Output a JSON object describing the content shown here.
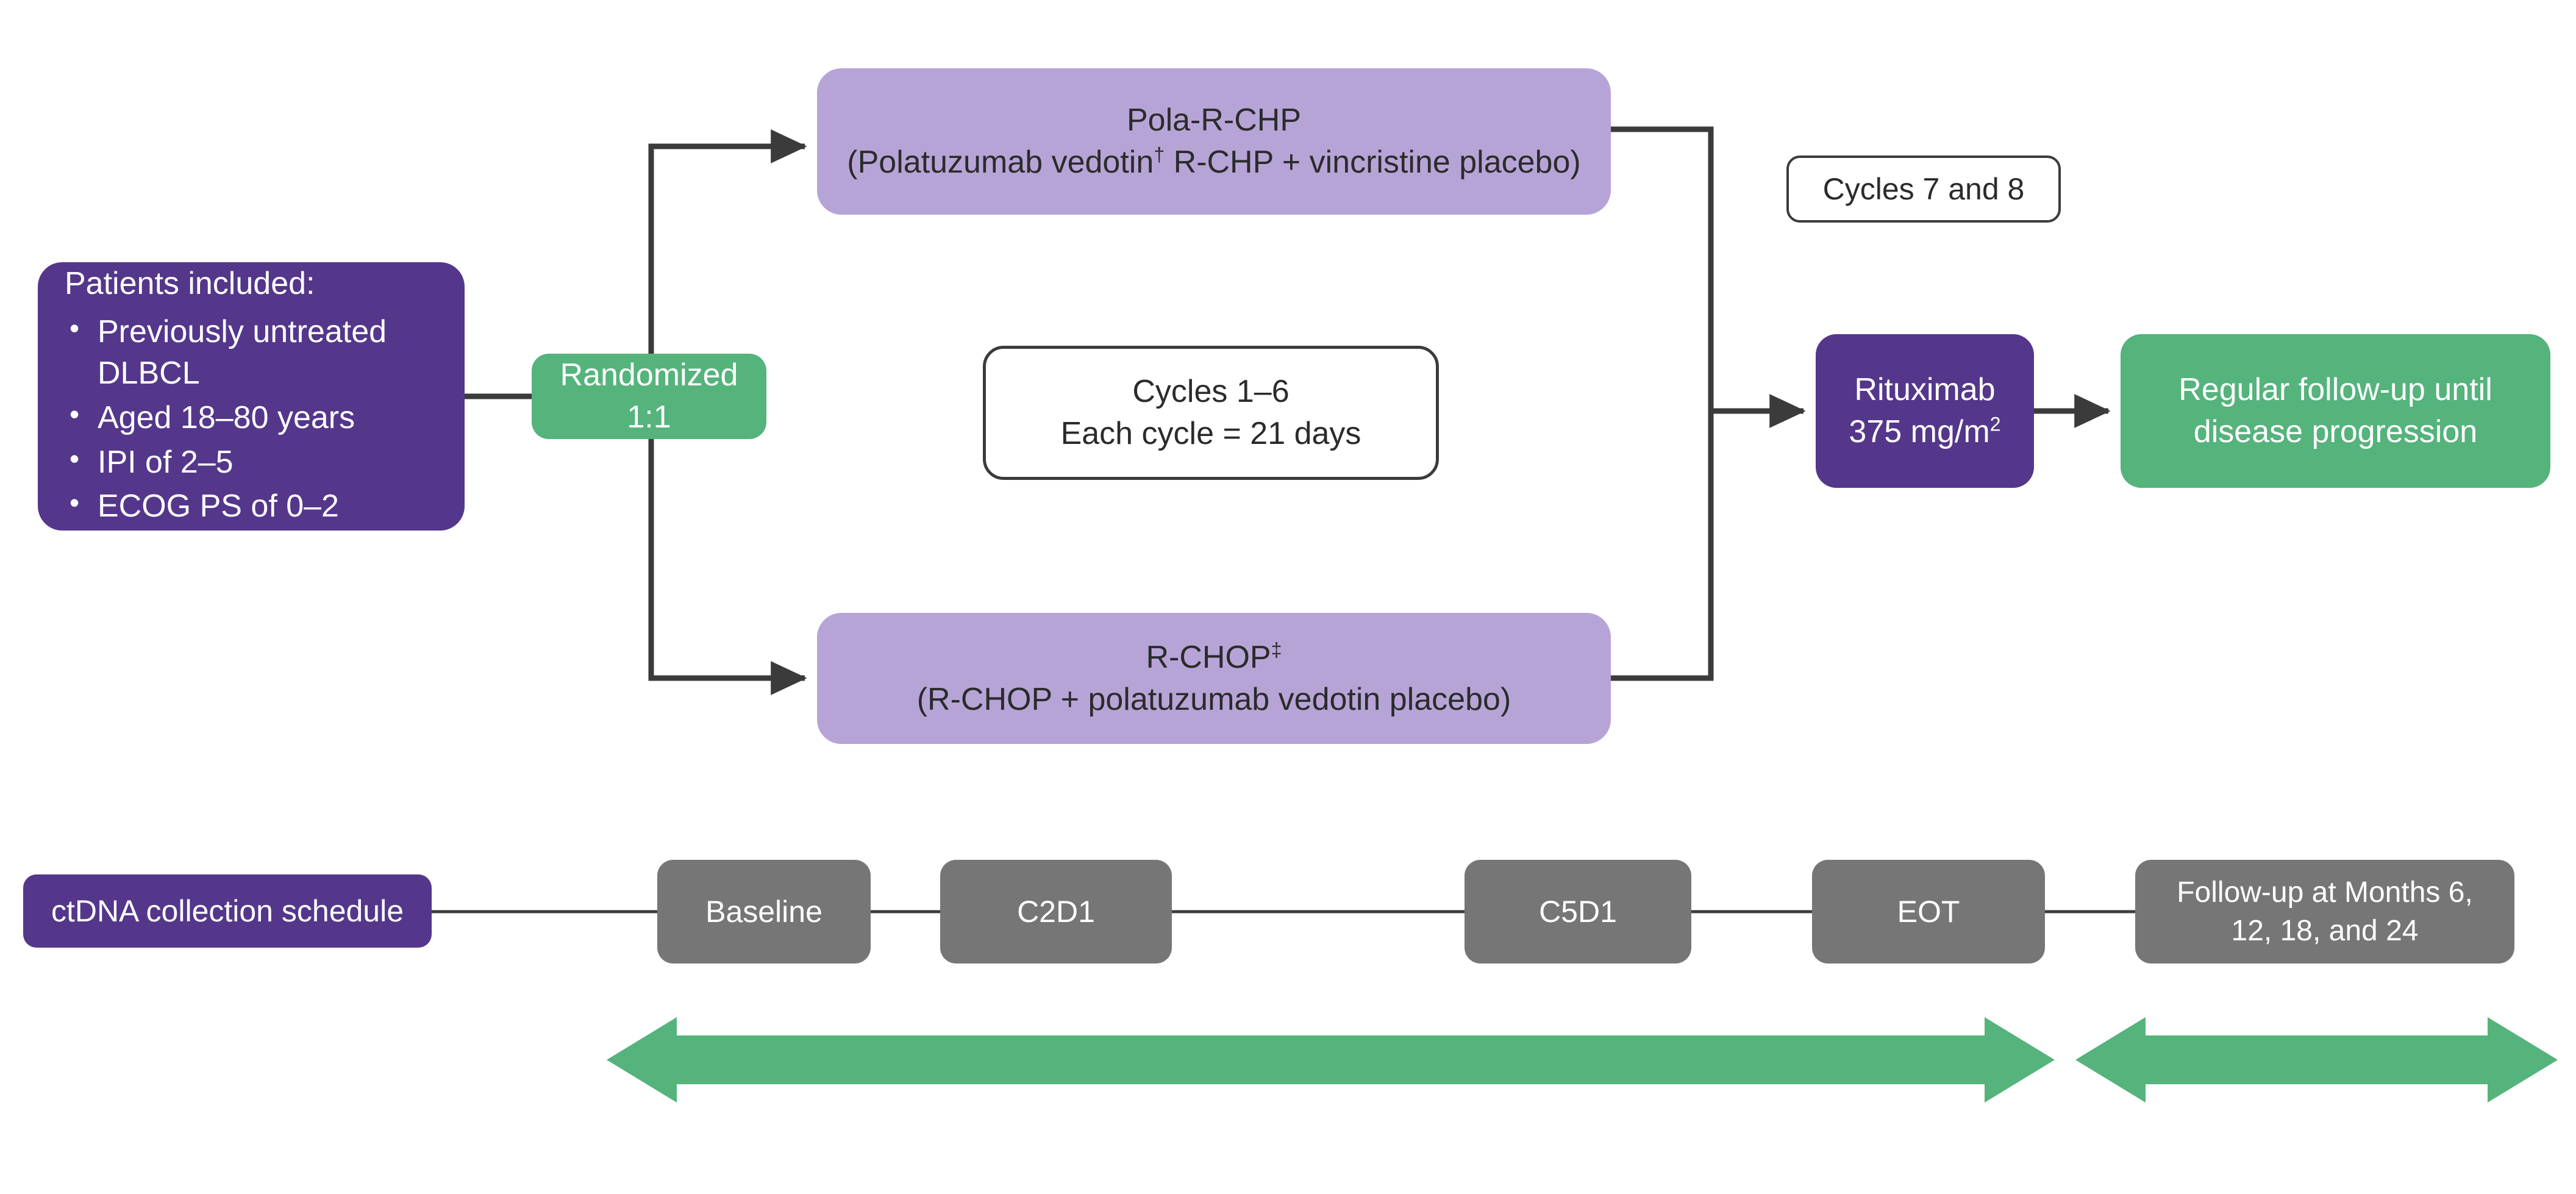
{
  "colors": {
    "dark_purple": "#54378B",
    "lavender": "#B7A4D7",
    "green": "#55B37C",
    "grey": "#767676",
    "connector": "#3b3b3b",
    "background": "#ffffff"
  },
  "patients": {
    "heading": "Patients included:",
    "criteria": [
      "Previously untreated DLBCL",
      "Aged 18–80 years",
      "IPI of 2–5",
      "ECOG PS of 0–2"
    ]
  },
  "randomization": {
    "label_line1": "Randomized",
    "label_line2": "1:1"
  },
  "arms": {
    "experimental": {
      "name": "Pola-R-CHP",
      "detail_prefix": "(Polatuzumab vedotin",
      "detail_marker": "†",
      "detail_suffix": " R-CHP + vincristine placebo)"
    },
    "comparator": {
      "name": "R-CHOP",
      "name_marker": "‡",
      "detail": "(R-CHOP + polatuzumab vedotin placebo)"
    }
  },
  "cycles": {
    "induction_line1": "Cycles 1–6",
    "induction_line2": "Each cycle = 21 days",
    "consolidation": "Cycles 7 and 8"
  },
  "consolidation_treatment": {
    "drug": "Rituximab",
    "dose_value": "375 mg/m",
    "dose_exponent": "2"
  },
  "followup": {
    "line1": "Regular follow-up until",
    "line2": "disease progression"
  },
  "ctdna": {
    "row_label": "ctDNA collection schedule",
    "timepoints": [
      {
        "id": "baseline",
        "label": "Baseline"
      },
      {
        "id": "c2d1",
        "label": "C2D1"
      },
      {
        "id": "c5d1",
        "label": "C5D1"
      },
      {
        "id": "eot",
        "label": "EOT"
      }
    ],
    "followup_timepoint": {
      "line1": "Follow-up at Months 6,",
      "line2": "12, 18, and 24"
    }
  },
  "span_arrows": {
    "treatment_span": "double-headed-arrow-treatment",
    "followup_span": "double-headed-arrow-followup"
  }
}
